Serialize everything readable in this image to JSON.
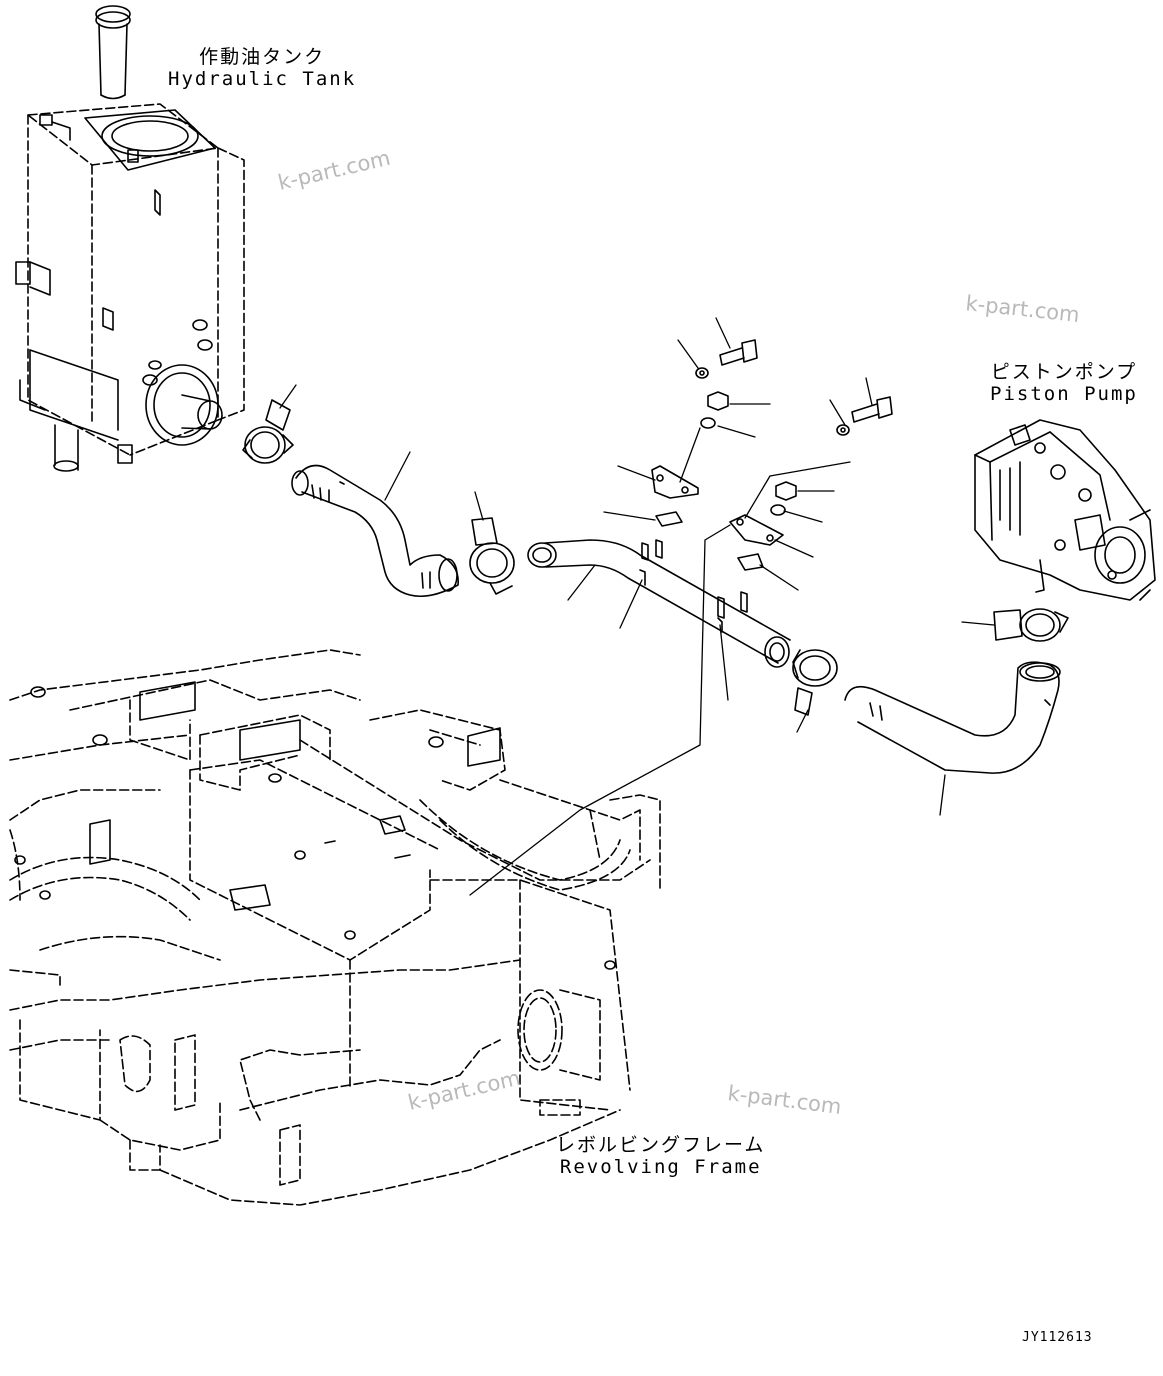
{
  "labels": {
    "hydraulic_tank_jp": "作動油タンク",
    "hydraulic_tank_en": "Hydraulic Tank",
    "piston_pump_jp": "ピストンポンプ",
    "piston_pump_en": "Piston Pump",
    "revolving_frame_jp": "レボルビングフレーム",
    "revolving_frame_en": "Revolving Frame"
  },
  "watermark": "k-part.com",
  "drawing_code": "JY112613"
}
